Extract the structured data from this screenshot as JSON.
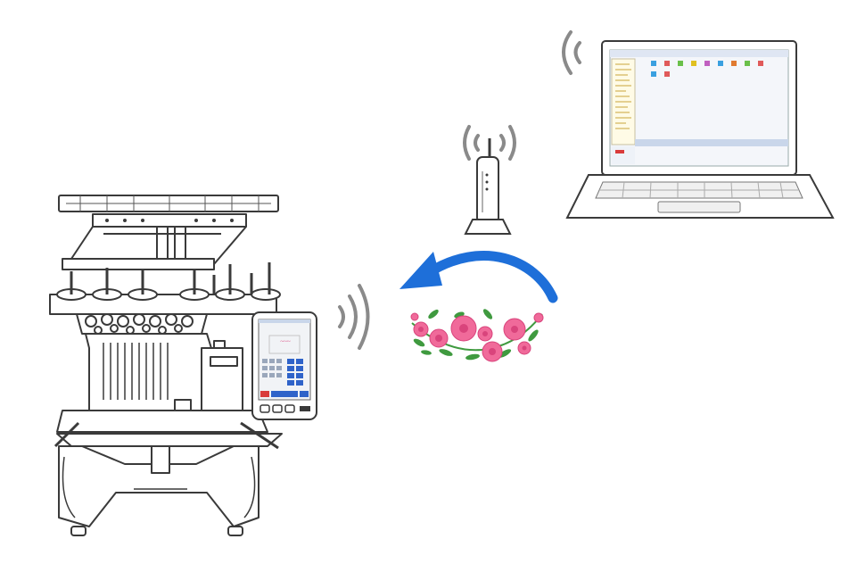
{
  "diagram": {
    "description_items": [
      {
        "id": "laptop",
        "icon": "laptop-icon"
      },
      {
        "id": "router",
        "icon": "wireless-router-icon"
      },
      {
        "id": "machine",
        "icon": "embroidery-machine-icon"
      },
      {
        "id": "design",
        "icon": "flower-embroidery-design-icon"
      }
    ],
    "colors": {
      "line": "#3a3a3a",
      "wave": "#8a8a8a",
      "arrow": "#1e6fd9",
      "flower_pink": "#f06a9a",
      "flower_dark": "#d9447c",
      "leaf": "#3f9a3f",
      "screen_blue": "#2f63c9",
      "screen_red": "#d93b3b"
    }
  }
}
